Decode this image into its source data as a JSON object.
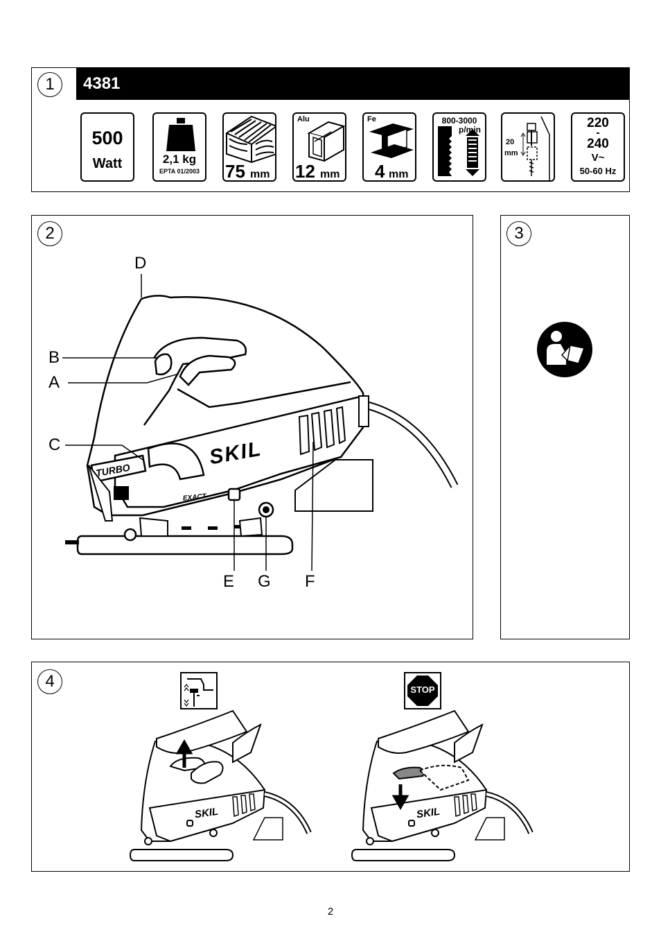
{
  "panel1": {
    "number": "1",
    "model": "4381",
    "specs": {
      "power_value": "500",
      "power_unit": "Watt",
      "weight_value": "2,1 kg",
      "weight_standard": "EPTA 01/2003",
      "wood_value": "75",
      "wood_unit": "mm",
      "alu_label": "Alu",
      "alu_value": "12",
      "alu_unit": "mm",
      "fe_label": "Fe",
      "fe_value": "4",
      "fe_unit": "mm",
      "stroke_value": "800-3000",
      "stroke_unit": "p/min",
      "stroke_length_value": "20",
      "stroke_length_unit": "mm",
      "voltage_top": "220",
      "voltage_dash": "-",
      "voltage_bottom": "240",
      "voltage_symbol": "V~",
      "frequency": "50-60 Hz"
    }
  },
  "panel2": {
    "number": "2",
    "brand": "SKIL",
    "turbo_label": "TURBO",
    "exact_label": "EXACT",
    "callouts": [
      "D",
      "B",
      "A",
      "C",
      "E",
      "G",
      "F"
    ]
  },
  "panel3": {
    "number": "3",
    "icon": "read-manual-icon"
  },
  "panel4": {
    "number": "4",
    "brand": "SKIL",
    "stop_label": "STOP",
    "icons": [
      "blade-release-icon",
      "stop-sign-icon"
    ]
  },
  "page_number": "2"
}
